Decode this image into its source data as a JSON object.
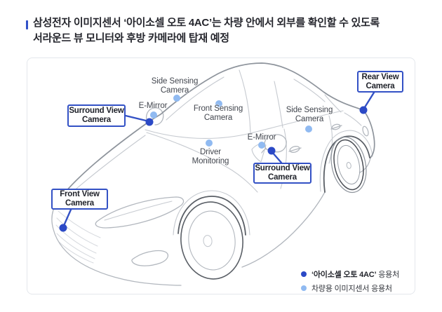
{
  "header": {
    "title": "삼성전자 이미지센서 ‘아이소셀 오토 4AC’는 차량 안에서 외부를 확인할 수 있도록\n서라운드 뷰 모니터와 후방 카메라에 탑재 예정"
  },
  "labels": {
    "side_sensing_left": "Side Sensing\nCamera",
    "e_mirror_left": "E-Mirror",
    "front_sensing": "Front Sensing\nCamera",
    "side_sensing_right": "Side Sensing\nCamera",
    "e_mirror_right": "E-Mirror",
    "driver_monitoring": "Driver\nMonitoring"
  },
  "callouts": {
    "surround_view_left": "Surround View\nCamera",
    "surround_view_right": "Surround View\nCamera",
    "rear_view": "Rear View\nCamera",
    "front_view": "Front View\nCamera"
  },
  "legend": {
    "isocell_strong": "‘아이소셀 오토 4AC’",
    "isocell_rest": " 응용처",
    "vehicle_sensor": "차량용 이미지센서 응용처"
  },
  "colors": {
    "accent_blue": "#3151c8",
    "callout_border": "#3351c5",
    "dot_isocell": "#2b49c6",
    "dot_image_sensor": "#90baf1",
    "car_line": "#8e949c",
    "card_border": "#e4e7ec"
  },
  "icons": {
    "dot_dark_meaning": "isocell-auto-4ac-application",
    "dot_light_meaning": "automotive-image-sensor-application"
  }
}
